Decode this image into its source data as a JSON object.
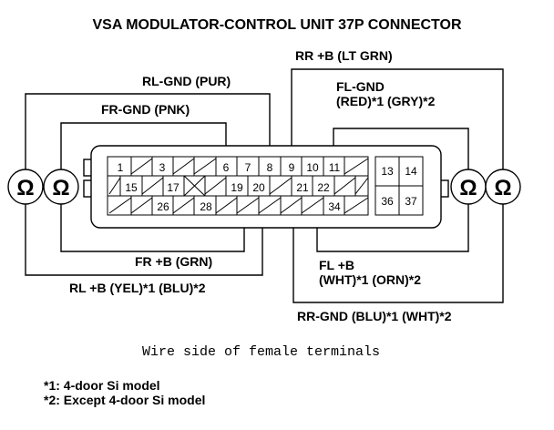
{
  "title": "VSA MODULATOR-CONTROL UNIT 37P CONNECTOR",
  "labels": {
    "rr_b": "RR +B (LT GRN)",
    "rl_gnd": "RL-GND (PUR)",
    "fr_gnd": "FR-GND (PNK)",
    "fl_gnd_1": "FL-GND",
    "fl_gnd_2": "(RED)*1 (GRY)*2",
    "fr_b": "FR +B (GRN)",
    "rl_b": "RL +B (YEL)*1 (BLU)*2",
    "fl_b_1": "FL +B",
    "fl_b_2": "(WHT)*1 (ORN)*2",
    "rr_gnd": "RR-GND (BLU)*1 (WHT)*2"
  },
  "ohm_symbol": "Ω",
  "connector": {
    "top_pins": [
      "1",
      "3",
      "6",
      "7",
      "8",
      "9",
      "10",
      "11"
    ],
    "mid_pins": [
      "15",
      "17",
      "19",
      "20",
      "21",
      "22"
    ],
    "bottom_pins": [
      "26",
      "28",
      "34"
    ],
    "right_pins": [
      "13",
      "14",
      "36",
      "37"
    ]
  },
  "caption": "Wire side of female terminals",
  "notes": {
    "note1": "*1: 4-door Si model",
    "note2": "*2: Except 4-door Si model"
  }
}
